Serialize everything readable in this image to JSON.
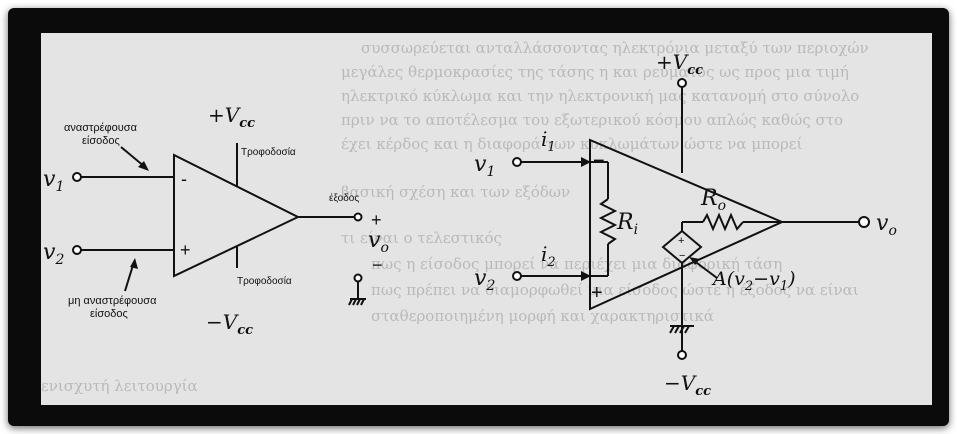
{
  "left_opamp": {
    "inverting_label_1": "αναστρέφουσα",
    "inverting_label_2": "είσοδος",
    "noninverting_label_1": "μη αναστρέφουσα",
    "noninverting_label_2": "είσοδος",
    "v1": "v",
    "v1_sub": "1",
    "v2": "v",
    "v2_sub": "2",
    "minus": "-",
    "plus": "+",
    "vcc_pos": "+V",
    "vcc_neg": "−V",
    "cc": "cc",
    "supply_top": "Τροφοδοσία",
    "supply_bottom": "Τροφοδοσία",
    "output_label": "έξοδος",
    "out_plus": "+",
    "out_minus": "−",
    "vo": "v",
    "vo_sub": "o"
  },
  "right_opamp": {
    "vcc_pos": "+V",
    "vcc_neg": "−V",
    "cc": "cc",
    "v1": "v",
    "v1_sub": "1",
    "v2": "v",
    "v2_sub": "2",
    "i1": "i",
    "i1_sub": "1",
    "i2": "i",
    "i2_sub": "2",
    "minus": "−",
    "plus": "+",
    "ri": "R",
    "ri_sub": "i",
    "ro": "R",
    "ro_sub": "o",
    "gain_expr": "A(v",
    "gain_sub2": "2",
    "gain_mid": "−v",
    "gain_sub1": "1",
    "gain_close": ")",
    "vo": "v",
    "vo_sub": "o"
  },
  "background_text": [
    "συσσωρεύεται ανταλλάσσοντας ηλεκτρόνια μεταξύ των περιοχών",
    "μεγάλες θερμοκρασίες της τάσης η και ρεύματος ως προς μια τιμή",
    "ηλεκτρικό κύκλωμα και την ηλεκτρονική μας κατανομή στο σύνολο",
    "πριν να το αποτέλεσμα του εξωτερικού κόσμου απλώς καθώς στο",
    "έχει κέρδος και η διαφορά των κυκλωμάτων ώστε να μπορεί",
    "βασική σχέση και των εξόδων",
    "τι είναι ο τελεστικός",
    "πως η είσοδος μπορεί να περιέχει μια διαφορική τάση",
    "πως πρέπει να διαμορφωθεί μια είσοδος ώστε η έξοδος να είναι",
    "σταθεροποιημένη μορφή και χαρακτηριστικά",
    "ενισχυτή λειτουργία"
  ]
}
